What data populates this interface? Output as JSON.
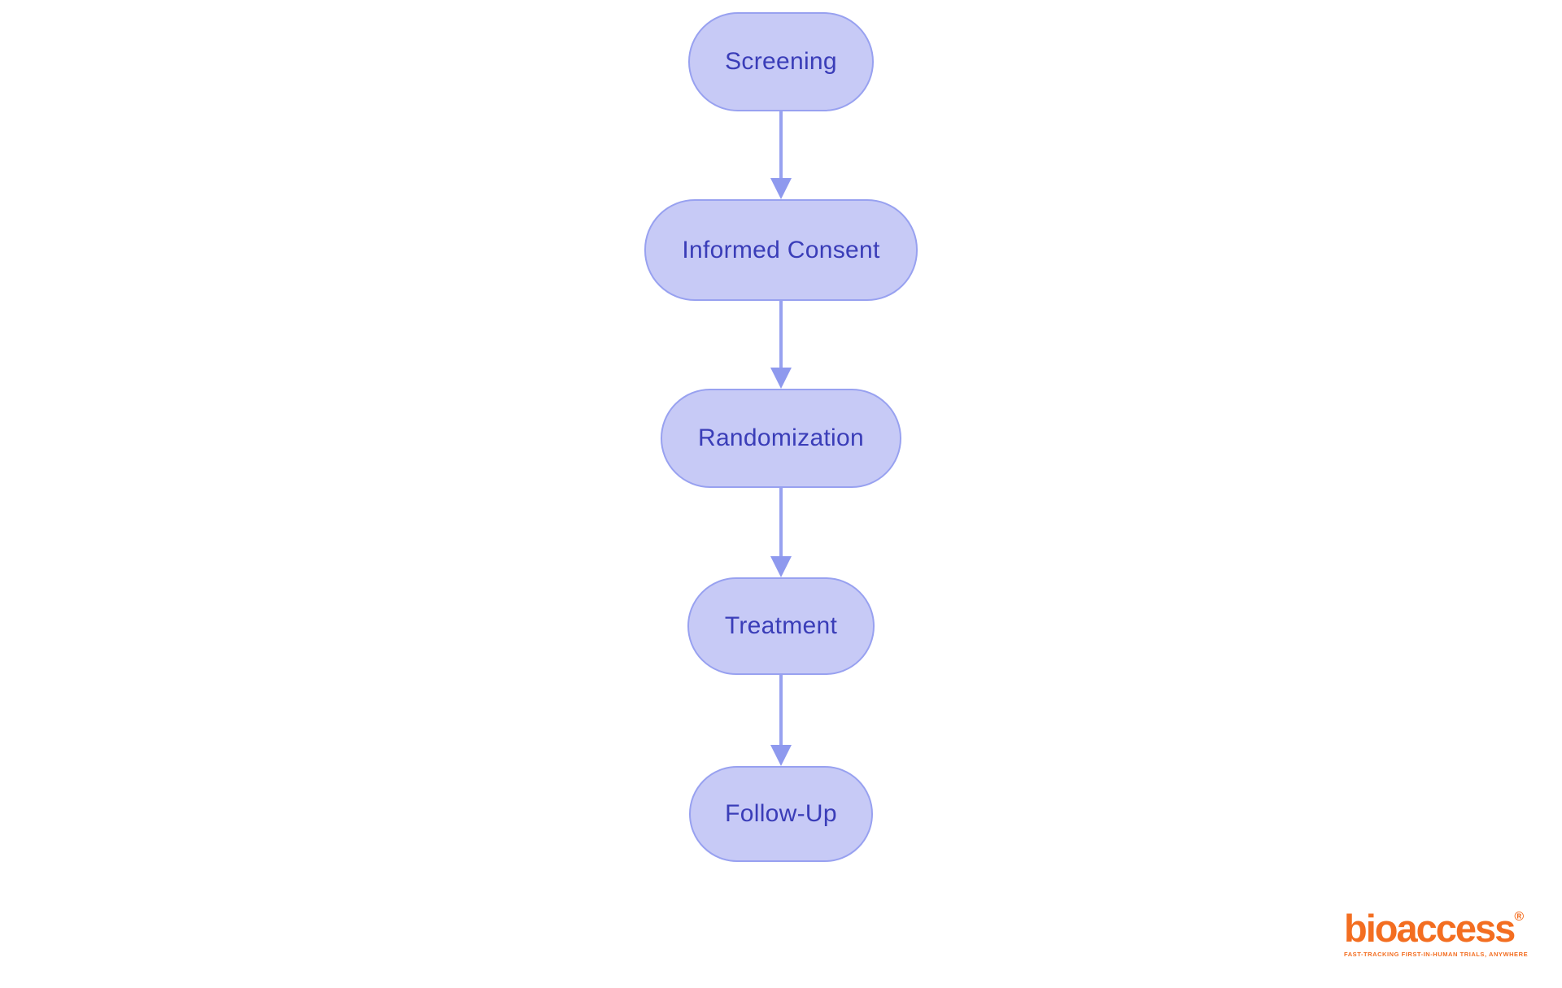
{
  "diagram": {
    "type": "flowchart",
    "direction": "top-down",
    "nodes": [
      {
        "id": "screening",
        "label": "Screening"
      },
      {
        "id": "informed-consent",
        "label": "Informed Consent"
      },
      {
        "id": "randomization",
        "label": "Randomization"
      },
      {
        "id": "treatment",
        "label": "Treatment"
      },
      {
        "id": "follow-up",
        "label": "Follow-Up"
      }
    ],
    "edges": [
      {
        "from": "screening",
        "to": "informed-consent"
      },
      {
        "from": "informed-consent",
        "to": "randomization"
      },
      {
        "from": "randomization",
        "to": "treatment"
      },
      {
        "from": "treatment",
        "to": "follow-up"
      }
    ]
  },
  "colors": {
    "background": "#ffffff",
    "node_fill": "#c7caf6",
    "node_border": "#98a1f0",
    "node_text": "#3a3db8",
    "arrow": "#98a2f0",
    "arrow_head": "#8e99ee",
    "logo_orange": "#f36e21"
  },
  "logo": {
    "brand": "bioaccess",
    "registered_mark": "®",
    "tagline": "FAST-TRACKING FIRST-IN-HUMAN TRIALS, ANYWHERE"
  }
}
